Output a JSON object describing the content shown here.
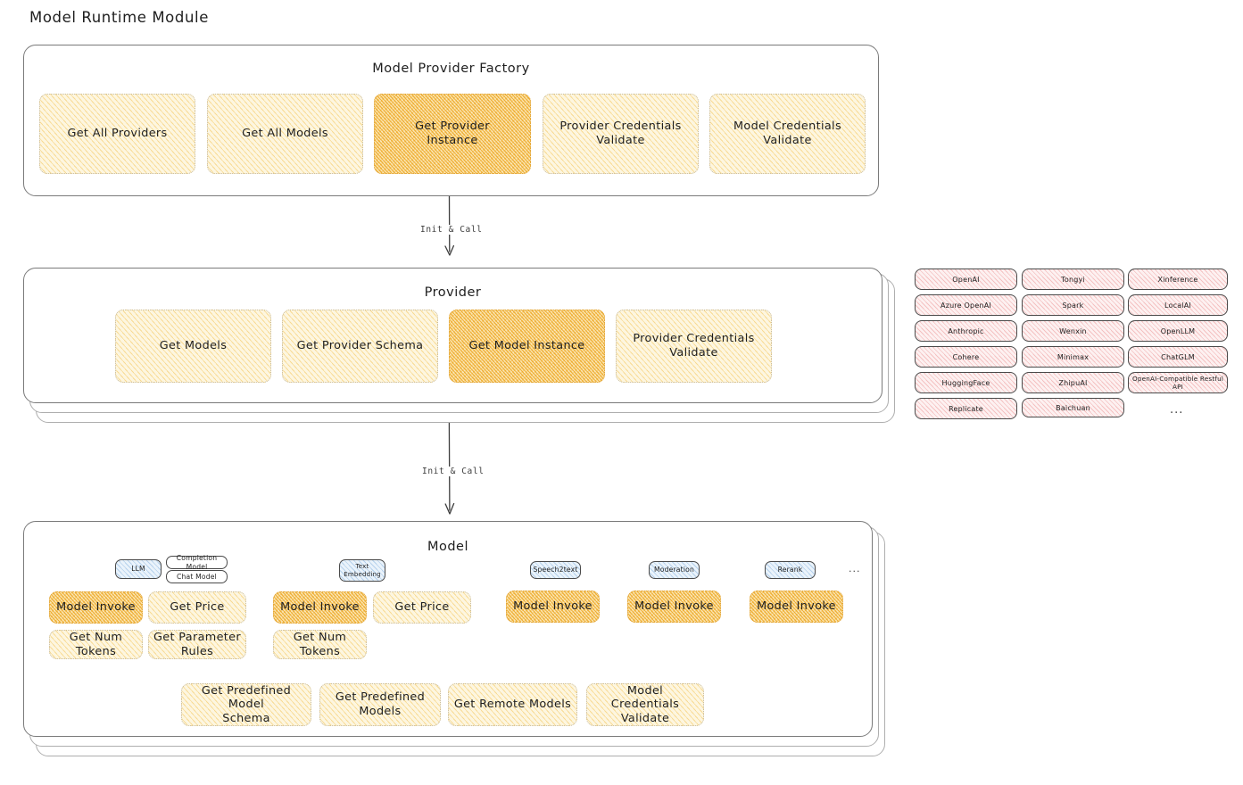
{
  "page": {
    "title": "Model Runtime Module",
    "colors": {
      "highlight_fill": "#fbe6b4",
      "normal_fill": "#fdf6e0",
      "provider_fill": "#fdf1f1",
      "type_fill": "#eaf3fb",
      "stroke": "#1e1e1e"
    }
  },
  "factory": {
    "title": "Model Provider Factory",
    "nodes": [
      {
        "label": "Get All Providers",
        "highlight": false
      },
      {
        "label": "Get All Models",
        "highlight": false
      },
      {
        "label": "Get Provider\nInstance",
        "highlight": true
      },
      {
        "label": "Provider Credentials\nValidate",
        "highlight": false
      },
      {
        "label": "Model Credentials\nValidate",
        "highlight": false
      }
    ]
  },
  "arrows": [
    {
      "label": "Init & Call",
      "from": "factory",
      "to": "provider"
    },
    {
      "label": "Init & Call",
      "from": "provider",
      "to": "model"
    }
  ],
  "provider": {
    "title": "Provider",
    "nodes": [
      {
        "label": "Get Models",
        "highlight": false
      },
      {
        "label": "Get Provider Schema",
        "highlight": false
      },
      {
        "label": "Get Model Instance",
        "highlight": true
      },
      {
        "label": "Provider Credentials\nValidate",
        "highlight": false
      }
    ]
  },
  "provider_list": {
    "columns": [
      [
        "OpenAI",
        "Azure OpenAI",
        "Anthropic",
        "Cohere",
        "HuggingFace",
        "Replicate"
      ],
      [
        "Tongyi",
        "Spark",
        "Wenxin",
        "Minimax",
        "ZhipuAI",
        "Baichuan"
      ],
      [
        "Xinference",
        "LocalAI",
        "OpenLLM",
        "ChatGLM",
        "OpenAI-Compatible Restful API"
      ]
    ],
    "more": "..."
  },
  "model": {
    "title": "Model",
    "more": "...",
    "types": [
      {
        "name": "LLM",
        "subtypes": [
          "Completion Model",
          "Chat Model"
        ],
        "nodes": [
          {
            "label": "Model Invoke",
            "highlight": true
          },
          {
            "label": "Get Price",
            "highlight": false
          },
          {
            "label": "Get Num Tokens",
            "highlight": false
          },
          {
            "label": "Get Parameter\nRules",
            "highlight": false
          }
        ]
      },
      {
        "name": "Text\nEmbedding",
        "subtypes": [],
        "nodes": [
          {
            "label": "Model Invoke",
            "highlight": true
          },
          {
            "label": "Get Price",
            "highlight": false
          },
          {
            "label": "Get Num Tokens",
            "highlight": false
          }
        ]
      },
      {
        "name": "Speech2text",
        "subtypes": [],
        "nodes": [
          {
            "label": "Model Invoke",
            "highlight": true
          }
        ]
      },
      {
        "name": "Moderation",
        "subtypes": [],
        "nodes": [
          {
            "label": "Model Invoke",
            "highlight": true
          }
        ]
      },
      {
        "name": "Rerank",
        "subtypes": [],
        "nodes": [
          {
            "label": "Model Invoke",
            "highlight": true
          }
        ]
      }
    ],
    "common_nodes": [
      {
        "label": "Get Predefined Model\nSchema",
        "highlight": false
      },
      {
        "label": "Get Predefined\nModels",
        "highlight": false
      },
      {
        "label": "Get Remote Models",
        "highlight": false
      },
      {
        "label": "Model Credentials\nValidate",
        "highlight": false
      }
    ]
  }
}
